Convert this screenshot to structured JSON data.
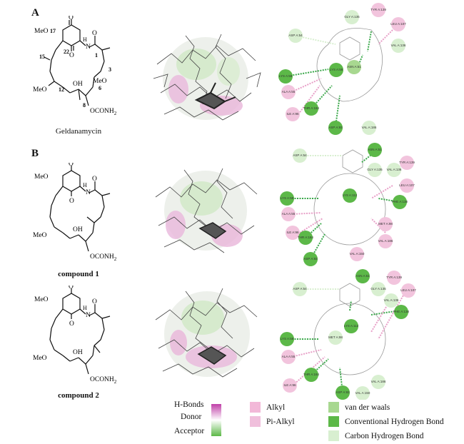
{
  "panels": {
    "a": {
      "letter": "A",
      "caption": "Geldanamycin",
      "atoms": [
        "MeO",
        "17",
        "15",
        "22",
        "1",
        "3",
        "MeO",
        "12",
        "OH",
        "MeO",
        "6",
        "8",
        "OCONH",
        "2",
        "H",
        "N",
        "O",
        "O",
        "O"
      ]
    },
    "b": {
      "letter": "B",
      "caption_prefix": "compound ",
      "caption_num": "1",
      "atoms": [
        "MeO",
        "N",
        "H",
        "O",
        "O",
        "O",
        "MeO",
        "OH",
        "OCONH",
        "2"
      ]
    },
    "c": {
      "caption_prefix": "compound ",
      "caption_num": "2",
      "atoms": [
        "MeO",
        "N",
        "H",
        "O",
        "O",
        "O",
        "MeO",
        "OH",
        "OCONH",
        "2"
      ]
    }
  },
  "residues": {
    "a": [
      "ASP A:54",
      "GLY A:135",
      "TYR A:139",
      "LEU A:107",
      "VAL A:136",
      "LYS A:58",
      "LYS A:58",
      "ASN A:51",
      "ALA A:55",
      "ILE A:96",
      "THR A:184",
      "ASP A:93",
      "VAL A:186"
    ],
    "b": [
      "ASP A:54",
      "ASN A:51",
      "GLY A:135",
      "VAL A:136",
      "TYR A:139",
      "LEU A:107",
      "LYS A:58",
      "LYS A:112",
      "PHE A:138",
      "ALA A:55",
      "ILE A:96",
      "THR A:184",
      "ASP A:93",
      "MET A:98",
      "VAL A:186",
      "VAL A:150"
    ],
    "c": [
      "ASP A:54",
      "ASN A:51",
      "GLY A:135",
      "TYR A:139",
      "LEU A:107",
      "VAL A:136",
      "PHE A:138",
      "LYS A:58",
      "LYS A:112",
      "MET A:98",
      "ALA A:55",
      "ILE A:96",
      "THR A:184",
      "ASP A:93",
      "VAL A:186",
      "VAL A:150"
    ]
  },
  "legend": {
    "hbonds_title": "H-Bonds",
    "donor": "Donor",
    "acceptor": "Acceptor",
    "items": [
      {
        "label": "Alkyl",
        "color": "#f2b8d8"
      },
      {
        "label": "Pi-Alkyl",
        "color": "#f0bfdc"
      },
      {
        "label": "van der waals",
        "color": "#a8d890"
      },
      {
        "label": "Conventional Hydrogen Bond",
        "color": "#5cb848"
      },
      {
        "label": "Carbon Hydrogen Bond",
        "color": "#d8efd0"
      }
    ]
  }
}
